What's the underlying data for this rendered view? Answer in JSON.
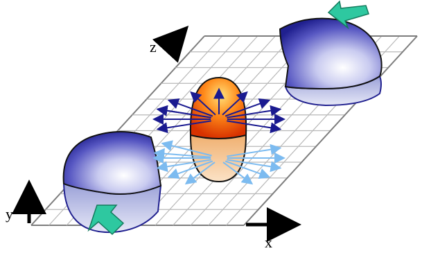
{
  "axes": {
    "x_label": "x",
    "y_label": "y",
    "z_label": "z"
  },
  "colors": {
    "grid_line": "#b8b8b8",
    "grid_border": "#7d7d7d",
    "nucleus_sphere": "#2c2ca6",
    "fragment_shadow": "#aab0dd",
    "fireball": "#ff4a00",
    "fireball_lower": "#e39a52",
    "flow_dark": "#1a1a90",
    "flow_light": "#7cbbf0",
    "motion_arrow": "#2ec8a0"
  },
  "icons": {
    "nuclei": "sphere-icon",
    "fireball": "ellipsoid-icon",
    "motion": "arrow-icon"
  }
}
